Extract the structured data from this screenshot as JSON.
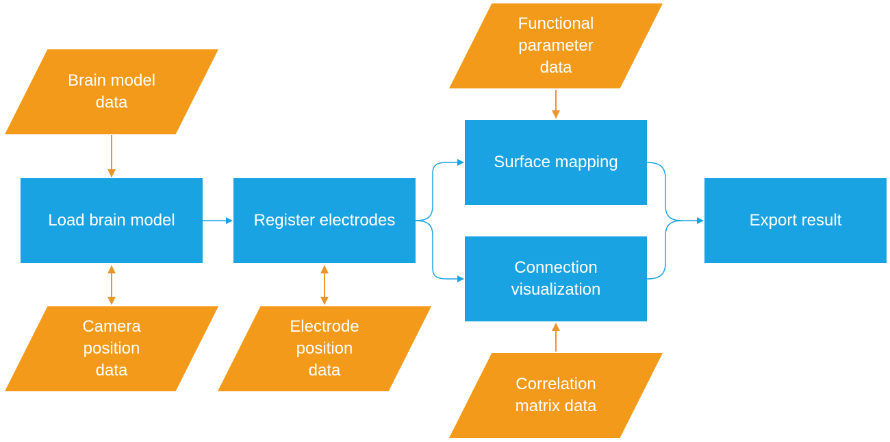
{
  "colors": {
    "process": "#1aa3e2",
    "data": "#f39a1a",
    "process_arrow": "#1aa3e2",
    "data_arrow": "#e8962a"
  },
  "process": {
    "load_brain_model": "Load brain model",
    "register_electrodes": "Register electrodes",
    "surface_mapping": "Surface mapping",
    "connection_visualization": "Connection\nvisualization",
    "export_result": "Export result"
  },
  "data": {
    "brain_model_data": "Brain model\ndata",
    "camera_position_data": "Camera\nposition\ndata",
    "electrode_position_data": "Electrode\nposition\ndata",
    "functional_parameter_data": "Functional\nparameter\ndata",
    "correlation_matrix_data": "Correlation\nmatrix data"
  }
}
